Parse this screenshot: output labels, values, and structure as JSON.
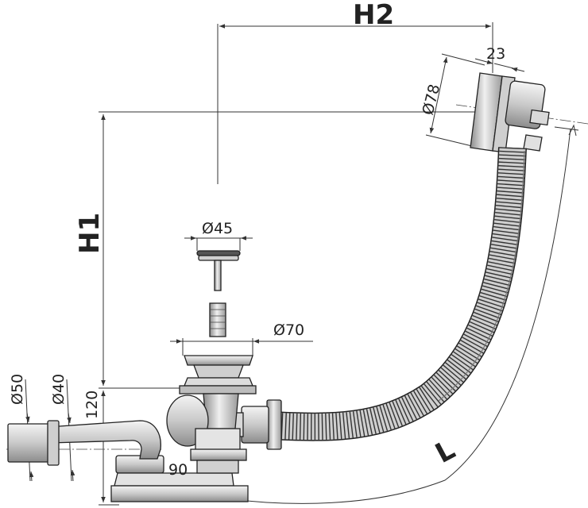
{
  "dimensions": {
    "h2": "H2",
    "h1": "H1",
    "l": "L",
    "d78": "Ø78",
    "d23": "23",
    "d45": "Ø45",
    "d70": "Ø70",
    "d50": "Ø50",
    "d40": "Ø40",
    "d120": "120",
    "d90": "90"
  },
  "colors": {
    "line": "#333333",
    "part_fill": "#e6e6e6",
    "part_dark": "#9a9a9a",
    "hose": "#bdbdbd"
  }
}
